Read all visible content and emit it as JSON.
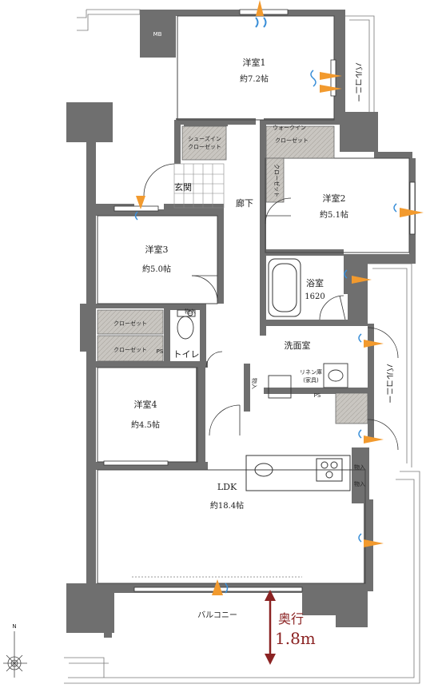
{
  "rooms": {
    "western1": {
      "name": "洋室1",
      "size": "約7.2帖"
    },
    "western2": {
      "name": "洋室2",
      "size": "約5.1帖"
    },
    "western3": {
      "name": "洋室3",
      "size": "約5.0帖"
    },
    "western4": {
      "name": "洋室4",
      "size": "約4.5帖"
    },
    "ldk": {
      "name": "LDK",
      "size": "約18.4帖"
    },
    "bath": {
      "name": "浴室",
      "size": "1620"
    },
    "washroom": {
      "name": "洗面室"
    },
    "entrance": {
      "name": "玄関"
    },
    "corridor": {
      "name": "廊下"
    },
    "toilet": {
      "name": "トイレ"
    }
  },
  "closets": {
    "shoes_in": [
      "シューズイン",
      "クローゼット"
    ],
    "walk_in": [
      "ウォークイン",
      "クローゼット"
    ],
    "closet_vertical": "クローゼット",
    "closet_w3": "クローゼット",
    "closet_w4": "クローゼット",
    "linen": [
      "リネン庫",
      "(家具)"
    ],
    "storage": "物入"
  },
  "labels": {
    "mb": "MB",
    "ps": "PS",
    "balcony": "バルコニー",
    "north": "N",
    "depth_label": "奥行",
    "depth_value": "1.8m"
  },
  "colors": {
    "wall": "#6f6f6f",
    "closet_fill": "#c9c6c1",
    "depth_arrow": "#8b2323",
    "wind_orange": "#f29a2e",
    "wind_blue": "#3a8fd8"
  }
}
